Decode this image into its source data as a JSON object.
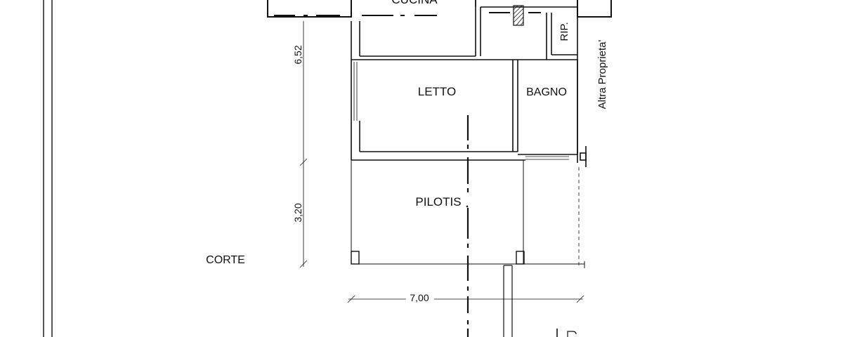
{
  "rooms": {
    "cucina": "CUCINA",
    "letto": "LETTO",
    "bagno": "BAGNO",
    "ripostiglio": "RIP.",
    "pilotis": "PILOTIS"
  },
  "outdoor": {
    "corte": "CORTE"
  },
  "neighbour": {
    "altra_proprieta": "Altra Proprieta'"
  },
  "dimensions": {
    "upper": "6,52",
    "lower": "3,20",
    "width": "7,00"
  },
  "colors": {
    "line": "#111111",
    "background": "#ffffff"
  }
}
